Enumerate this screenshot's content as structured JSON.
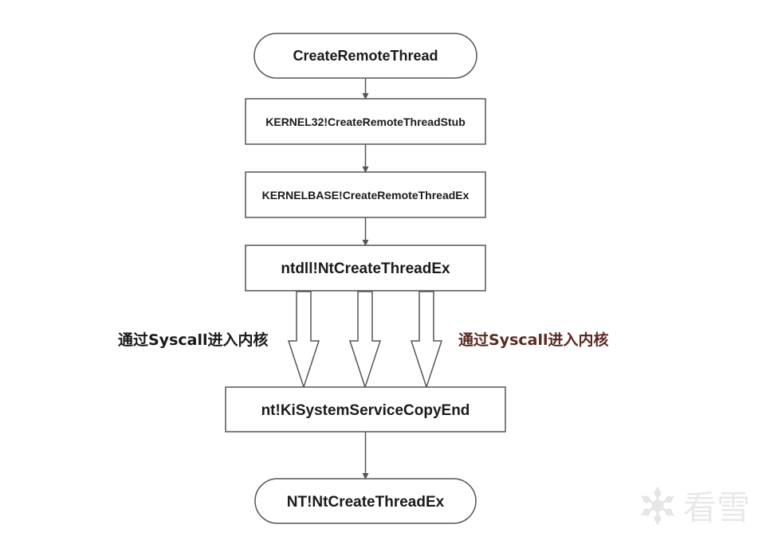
{
  "nodes": {
    "create_remote_thread": "CreateRemoteThread",
    "kernel32_stub": "KERNEL32!CreateRemoteThreadStub",
    "kernelbase_ex": "KERNELBASE!CreateRemoteThreadEx",
    "ntdll_nt_create": "ntdll!NtCreateThreadEx",
    "ki_system_service": "nt!KiSystemServiceCopyEnd",
    "nt_create_thread": "NT!NtCreateThreadEx"
  },
  "labels": {
    "syscall_left": "通过Syscall进入内核",
    "syscall_right": "通过Syscall进入内核"
  },
  "colors": {
    "line": "#555555",
    "box_border": "#555555",
    "label_left": "#1a1a1a",
    "label_right": "#5a2a22",
    "watermark": "#e6e6e6"
  },
  "watermark": {
    "icon": "snowflake-icon",
    "text": "看雪"
  }
}
